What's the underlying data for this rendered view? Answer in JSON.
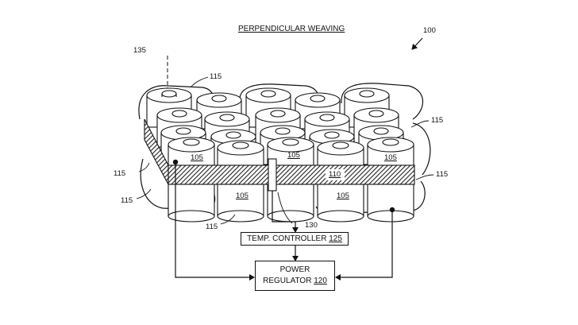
{
  "title": "PERPENDICULAR WEAVING",
  "figure_ref": "100",
  "refs": {
    "axis": "135",
    "cell_top": "115",
    "right_upper": "115",
    "left_upper": "115",
    "left_lower": "115",
    "right_lower": "115",
    "bottom": "115",
    "sensor": "130"
  },
  "cell_label": "105",
  "band_label": "110",
  "temp_controller": {
    "text": "TEMP. CONTROLLER",
    "ref": "125"
  },
  "power_regulator": {
    "line1": "POWER",
    "line2": "REGULATOR",
    "ref": "120"
  }
}
